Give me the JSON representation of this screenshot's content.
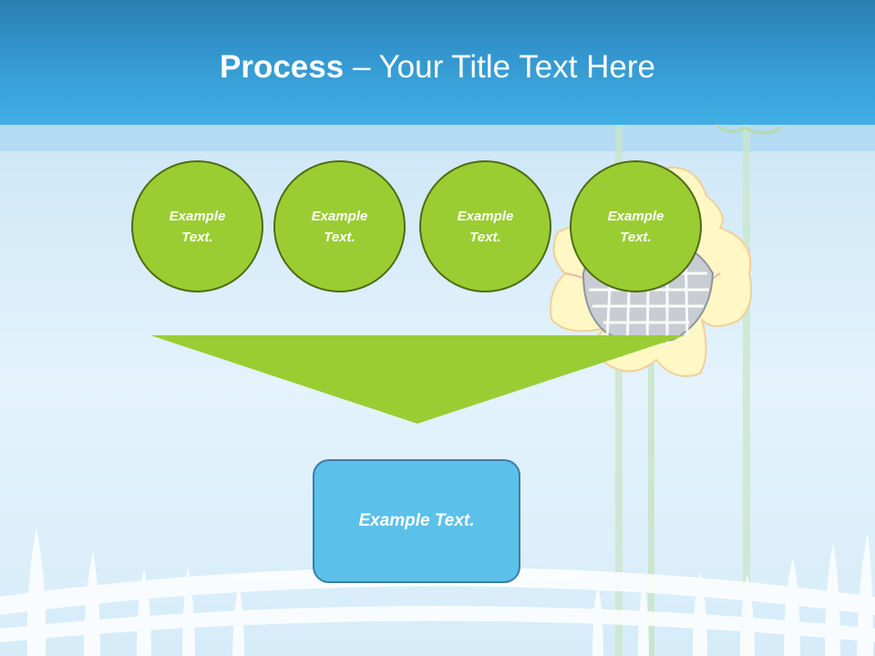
{
  "slide": {
    "title_bold": "Process",
    "title_rest": " – Your Title Text Here",
    "circles": [
      {
        "line1": "Example",
        "line2": "Text."
      },
      {
        "line1": "Example",
        "line2": "Text."
      },
      {
        "line1": "Example",
        "line2": "Text."
      },
      {
        "line1": "Example",
        "line2": "Text."
      }
    ],
    "box_text": "Example Text."
  },
  "colors": {
    "header": "#3497cf",
    "circle_fill": "#9acd32",
    "circle_border": "#4e6b13",
    "box_fill": "#5bc0ea",
    "box_border": "#3a7ea6"
  }
}
